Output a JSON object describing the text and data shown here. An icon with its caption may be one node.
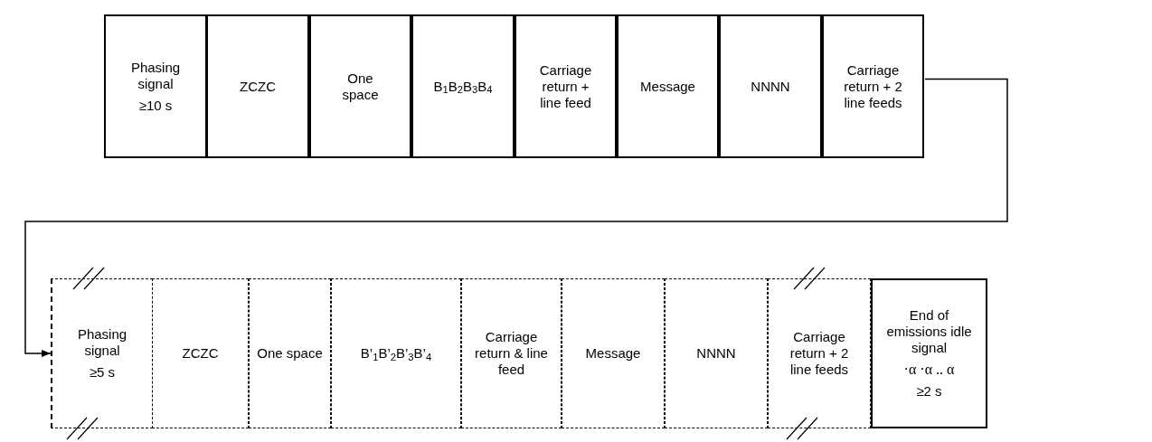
{
  "diagram": {
    "nodes": [
      {
        "text": [
          "Phasing signal",
          "≥10 s"
        ]
      },
      {
        "text": [
          "ZCZC"
        ]
      },
      {
        "text": [
          "One space"
        ]
      },
      {
        "text": [
          "B$_{1}$B$_{2}$B$_{3}$B$_{4}$"
        ]
      },
      {
        "text": [
          "Carriage return + line feed"
        ]
      },
      {
        "text": [
          "Message"
        ]
      },
      {
        "text": [
          "NNNN"
        ]
      },
      {
        "text": [
          "Carriage return + 2 line feeds"
        ]
      },
      {
        "text": [
          "Phasing signal",
          "≥5 s"
        ]
      },
      {
        "text": [
          "ZCZC"
        ]
      },
      {
        "text": [
          "One space"
        ]
      },
      {
        "text": [
          "B’$_{1}$B’$_{2}$B’$_{3}$B’$_{4}$"
        ]
      },
      {
        "text": [
          "Carriage return & line feed"
        ]
      },
      {
        "text": [
          "Message"
        ]
      },
      {
        "text": [
          "NNNN"
        ]
      },
      {
        "text": [
          "Carriage return + 2 line feeds"
        ]
      },
      {
        "text": [
          "End of emissions idle signal",
          "·α ·α .. α",
          "≥2 s"
        ]
      }
    ],
    "edges": [
      {
        "from": 7,
        "to": 8,
        "arrow": "to"
      }
    ]
  }
}
